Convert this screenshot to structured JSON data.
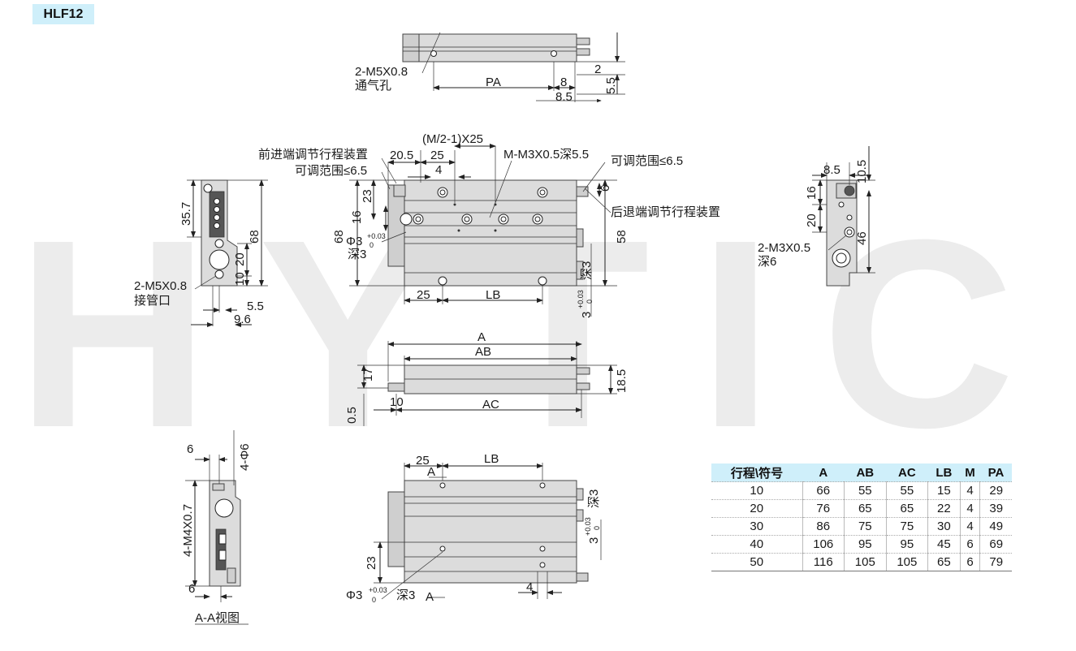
{
  "model": "HLF12",
  "watermark": "HYTIC",
  "top_view": {
    "port_label": "2-M5X0.8",
    "port_note": "通气孔",
    "dims": [
      "PA",
      "8",
      "8.5",
      "2",
      "5.5"
    ]
  },
  "main_view": {
    "pitch_label": "(M/2-1)X25",
    "thread_label": "M-M3X0.5深5.5",
    "adjust_front": "前进端调节行程装置",
    "adjust_range_left": "可调范围≤6.5",
    "adjust_range_right": "可调范围≤6.5",
    "adjust_back": "后退端调节行程装置",
    "d20_5": "20.5",
    "d25_top": "25",
    "d4_top": "4",
    "d6": "6",
    "d23": "23",
    "d16": "16",
    "d68": "68",
    "d58": "58",
    "pin_label": "Φ3",
    "pin_tol_upper": "+0.03",
    "pin_tol_lower": "0",
    "pin_depth": "深3",
    "d25_bottom": "25",
    "lb_bottom": "LB",
    "depth3_right": "深3",
    "r_pin": "3",
    "r_tol_upper": "+0.03",
    "r_tol_lower": "0"
  },
  "left_view": {
    "d35_7": "35.7",
    "d68": "68",
    "d20": "20",
    "d10": "10",
    "port_label": "2-M5X0.8",
    "port_note": "接管口",
    "d5_5": "5.5",
    "d9_6": "9.6"
  },
  "right_view": {
    "d8_5": "8.5",
    "d10_5": "10.5",
    "d16": "16",
    "d20": "20",
    "d46": "46",
    "port_label": "2-M3X0.5",
    "port_note": "深6"
  },
  "side_view": {
    "A": "A",
    "AB": "AB",
    "AC": "AC",
    "d17": "17",
    "d10": "10",
    "d0_5": "0.5",
    "d18_5": "18.5"
  },
  "section_view": {
    "d6_top": "6",
    "phi_label": "4-Φ6",
    "thread_label": "4-M4X0.7",
    "d6_bottom": "6",
    "caption": "A-A视图"
  },
  "bottom_view": {
    "d25": "25",
    "lb": "LB",
    "section_mark_top": "A",
    "section_mark_bottom": "A",
    "d23": "23",
    "d4": "4",
    "depth3": "深3",
    "r_pin": "3",
    "r_tol_upper": "+0.03",
    "r_tol_lower": "0",
    "pin_label": "Φ3",
    "pin_tol_upper": "+0.03",
    "pin_tol_lower": "0",
    "pin_depth": "深3"
  },
  "spec_table": {
    "headers": [
      "行程\\符号",
      "A",
      "AB",
      "AC",
      "LB",
      "M",
      "PA"
    ],
    "rows": [
      [
        "10",
        "66",
        "55",
        "55",
        "15",
        "4",
        "29"
      ],
      [
        "20",
        "76",
        "65",
        "65",
        "22",
        "4",
        "39"
      ],
      [
        "30",
        "86",
        "75",
        "75",
        "30",
        "4",
        "49"
      ],
      [
        "40",
        "106",
        "95",
        "95",
        "45",
        "6",
        "69"
      ],
      [
        "50",
        "116",
        "105",
        "105",
        "65",
        "6",
        "79"
      ]
    ]
  }
}
